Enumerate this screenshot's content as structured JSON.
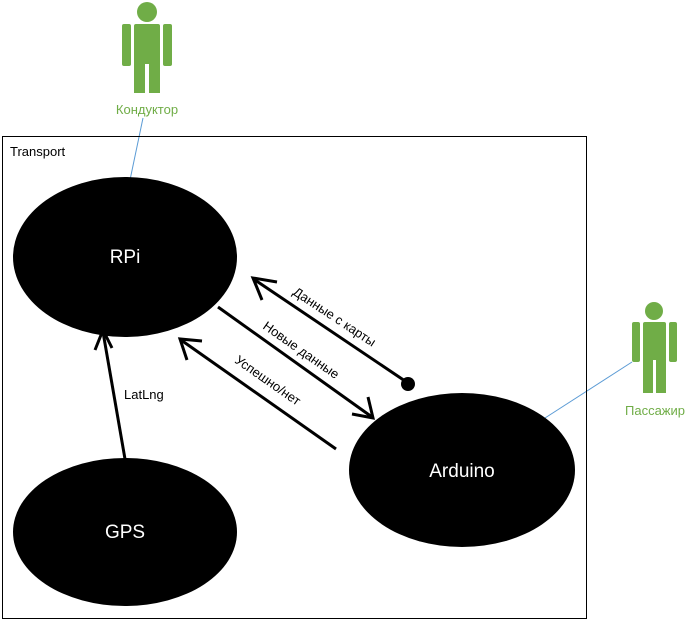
{
  "boundary": {
    "label": "Transport"
  },
  "actors": {
    "conductor": {
      "label": "Кондуктор"
    },
    "passenger": {
      "label": "Пассажир"
    }
  },
  "nodes": {
    "rpi": {
      "label": "RPi"
    },
    "gps": {
      "label": "GPS"
    },
    "arduino": {
      "label": "Arduino"
    }
  },
  "edges": {
    "gps_to_rpi": {
      "label": "LatLng"
    },
    "map_data": {
      "label": "Данные с карты"
    },
    "new_data": {
      "label": "Новые данные"
    },
    "status": {
      "label": "Успешно/нет"
    }
  },
  "colors": {
    "actor": "#70ad47",
    "association": "#5b9bd5",
    "node_fill": "#000000",
    "node_text": "#ffffff",
    "line": "#000000"
  }
}
